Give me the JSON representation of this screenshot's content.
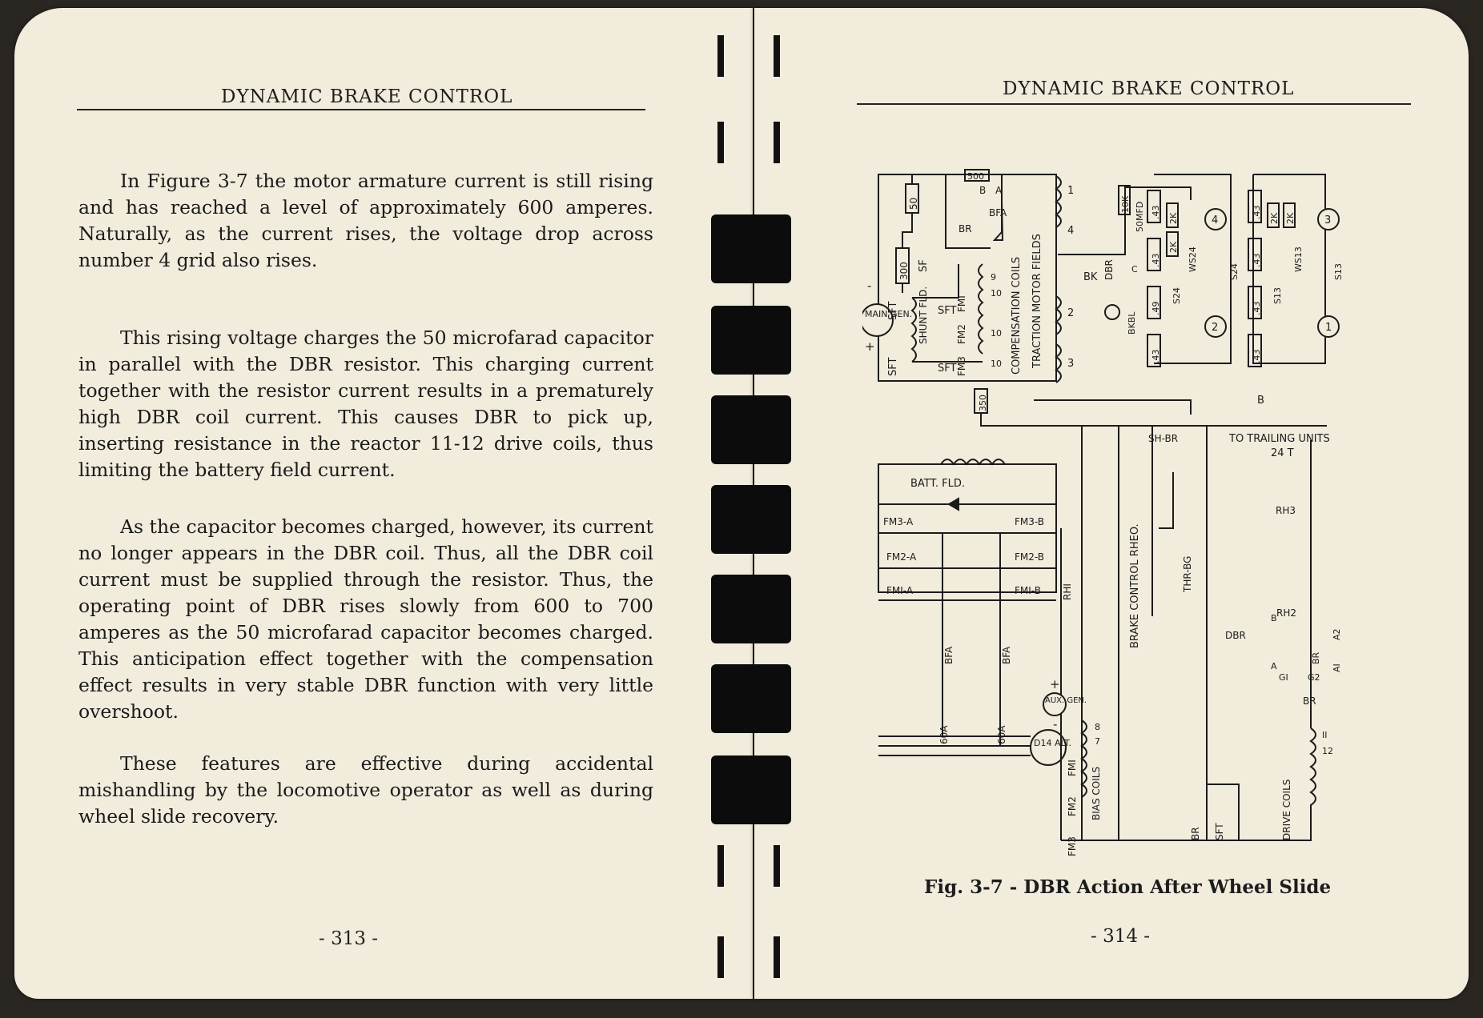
{
  "left_page": {
    "header": "DYNAMIC BRAKE CONTROL",
    "paragraphs": [
      "In Figure 3-7 the motor armature current is still rising and has reached a level of approximately 600 amperes. Naturally, as the current rises, the voltage drop across number 4 grid also rises.",
      "This rising voltage charges the 50 microfarad capacitor in parallel with the DBR resistor. This charging current together with the resistor current results in a prematurely high DBR coil current. This causes DBR to pick up, inserting resistance in the reactor 11-12 drive coils, thus limiting the battery field current.",
      "As the capacitor becomes charged, however, its current no longer appears in the DBR coil. Thus, all the DBR coil current must be supplied through the resistor. Thus, the operating point of DBR rises slowly from 600 to 700 amperes as the 50 microfarad capacitor becomes charged. This anticipation effect together with the compensation effect results in very stable DBR function with very little overshoot.",
      "These features are effective during accidental mishandling by the locomotive operator as well as during wheel slide recovery."
    ],
    "page_number": "- 313 -"
  },
  "right_page": {
    "header": "DYNAMIC BRAKE CONTROL",
    "caption": "Fig. 3-7 - DBR Action After Wheel Slide",
    "page_number": "- 314 -",
    "diagram_labels": {
      "r50": "50",
      "r300": "300",
      "sf": "SF",
      "sft": "SFT",
      "main_gen": "MAIN GEN.",
      "plus": "+",
      "minus": "-",
      "shunt_fld": "SHUNT FLD.",
      "r500": "500",
      "b": "B",
      "a": "A",
      "bfa": "BFA",
      "br": "BR",
      "fm1": "FMI",
      "fm2": "FM2",
      "fm3": "FM3",
      "n9": "9",
      "n10": "10",
      "r350": "350",
      "comp_coils": "COMPENSATION COILS",
      "tm_fields": "TRACTION MOTOR FIELDS",
      "m1": "1",
      "m2": "2",
      "m3": "3",
      "m4": "4",
      "bk": "BK",
      "r10k": "10K",
      "c50mfd": "50MFD",
      "dbr": "DBR",
      "c": "C",
      "bkbl": "BKBL",
      "r43": ".43",
      "r49": ".49",
      "r2k": "2K",
      "ws24": "WS24",
      "s24": "S24",
      "ws13": "WS13",
      "s13": "S13",
      "batt_fld": "BATT. FLD.",
      "fm3a": "FM3-A",
      "fm3b": "FM3-B",
      "fm2a": "FM2-A",
      "fm2b": "FM2-B",
      "fm1a": "FMI-A",
      "fm1b": "FMI-B",
      "f60a": "60A",
      "d14": "D14 ALT.",
      "sh_br": "SH-BR",
      "to_trailing": "TO TRAILING UNITS",
      "t24": "24 T",
      "brake_rheo": "BRAKE CONTROL RHEO.",
      "thr_bg": "THR-BG",
      "rh1": "RHI",
      "rh2": "RH2",
      "rh3": "RH3",
      "aux_gen": "AUX. GEN.",
      "g1": "GI",
      "g2": "G2",
      "a1": "AI",
      "a2": "A2",
      "bias_coils": "BIAS COILS",
      "drive_coils": "DRIVE COILS",
      "n7": "7",
      "n8": "8",
      "n11": "II",
      "n12": "12",
      "sft2": "SFT",
      "br2": "BR"
    }
  }
}
